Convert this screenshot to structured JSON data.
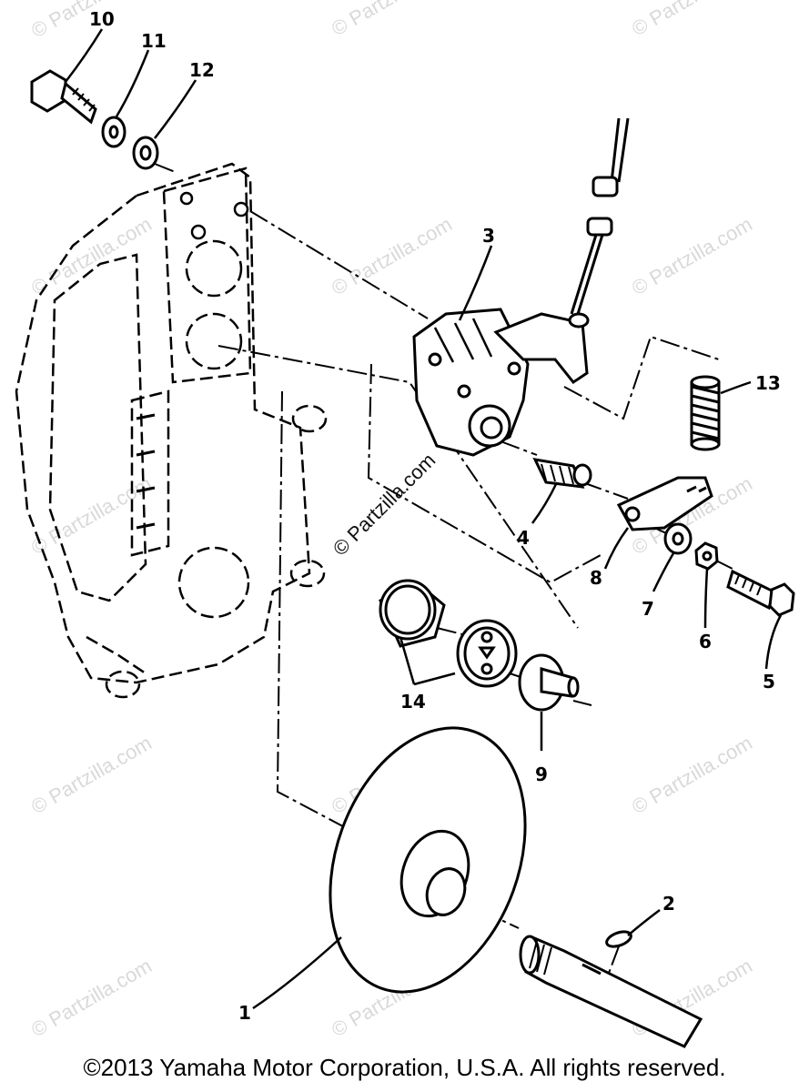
{
  "diagram": {
    "callouts": [
      "10",
      "11",
      "12",
      "3",
      "13",
      "4",
      "8",
      "7",
      "6",
      "5",
      "14",
      "9",
      "2",
      "1"
    ],
    "watermark": "© Partzilla.com"
  },
  "footer": {
    "copyright": "©2013 Yamaha Motor Corporation, U.S.A. All rights reserved."
  }
}
